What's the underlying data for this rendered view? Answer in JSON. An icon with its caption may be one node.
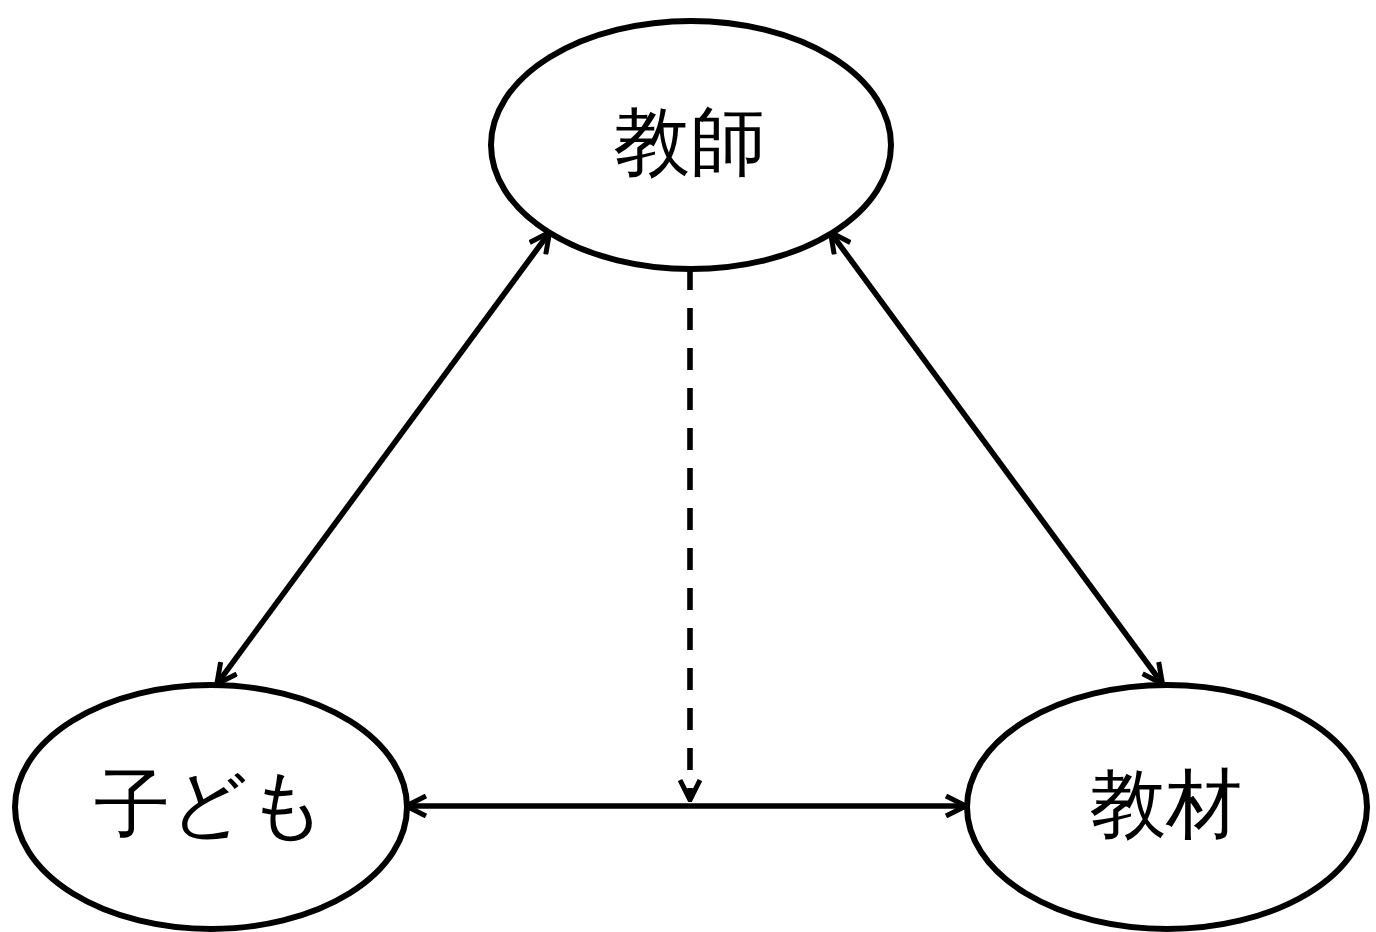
{
  "diagram": {
    "nodes": [
      {
        "text": [
          "教師"
        ]
      },
      {
        "text": [
          "子ども"
        ]
      },
      {
        "text": [
          "教材"
        ]
      }
    ],
    "edges": [
      {
        "from": 0,
        "to": 1,
        "arrow": "both"
      },
      {
        "from": 0,
        "to": 2,
        "arrow": "both"
      },
      {
        "from": 1,
        "to": 2,
        "arrow": "both"
      },
      {
        "from": 0,
        "to": null,
        "arrow": "to",
        "style": "dashed"
      }
    ]
  }
}
